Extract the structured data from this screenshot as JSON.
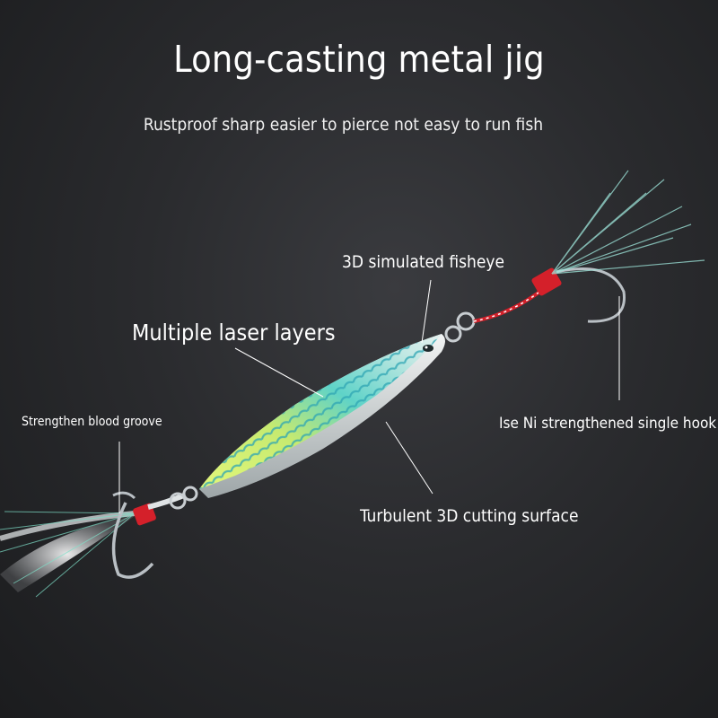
{
  "title": "Long-casting metal jig",
  "subtitle": "Rustproof sharp easier to pierce not easy to run fish",
  "callouts": {
    "fisheye": "3D simulated fisheye",
    "laser": "Multiple laser layers",
    "groove": "Strengthen blood groove",
    "hook": "Ise Ni strengthened single hook",
    "turbulent": "Turbulent 3D cutting surface"
  },
  "colors": {
    "background": "#2a2b2e",
    "text": "#ffffff",
    "jig_green": "#d9f06a",
    "jig_cyan": "#46d3d8",
    "thread_red": "#d4202a"
  }
}
